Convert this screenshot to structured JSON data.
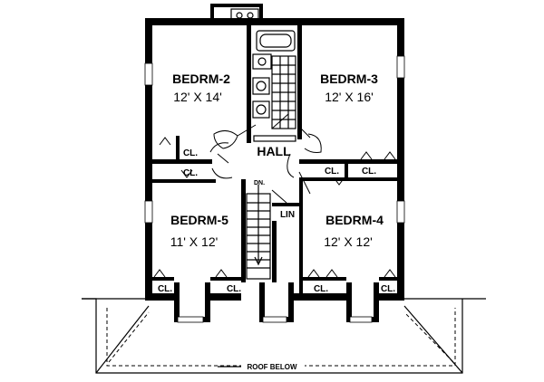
{
  "plan": {
    "rooms": {
      "bedrm2": {
        "name": "BEDRM-2",
        "size": "12' X 14'"
      },
      "bedrm3": {
        "name": "BEDRM-3",
        "size": "12' X 16'"
      },
      "bedrm4": {
        "name": "BEDRM-4",
        "size": "12' X 12'"
      },
      "bedrm5": {
        "name": "BEDRM-5",
        "size": "11' X 12'"
      },
      "hall": {
        "name": "HALL"
      },
      "linen": {
        "name": "LIN"
      }
    },
    "closet_label": "CL.",
    "stairs_label": "DN.",
    "roof_label": "ROOF BELOW"
  },
  "colors": {
    "lines": "#000000",
    "background": "#ffffff"
  }
}
